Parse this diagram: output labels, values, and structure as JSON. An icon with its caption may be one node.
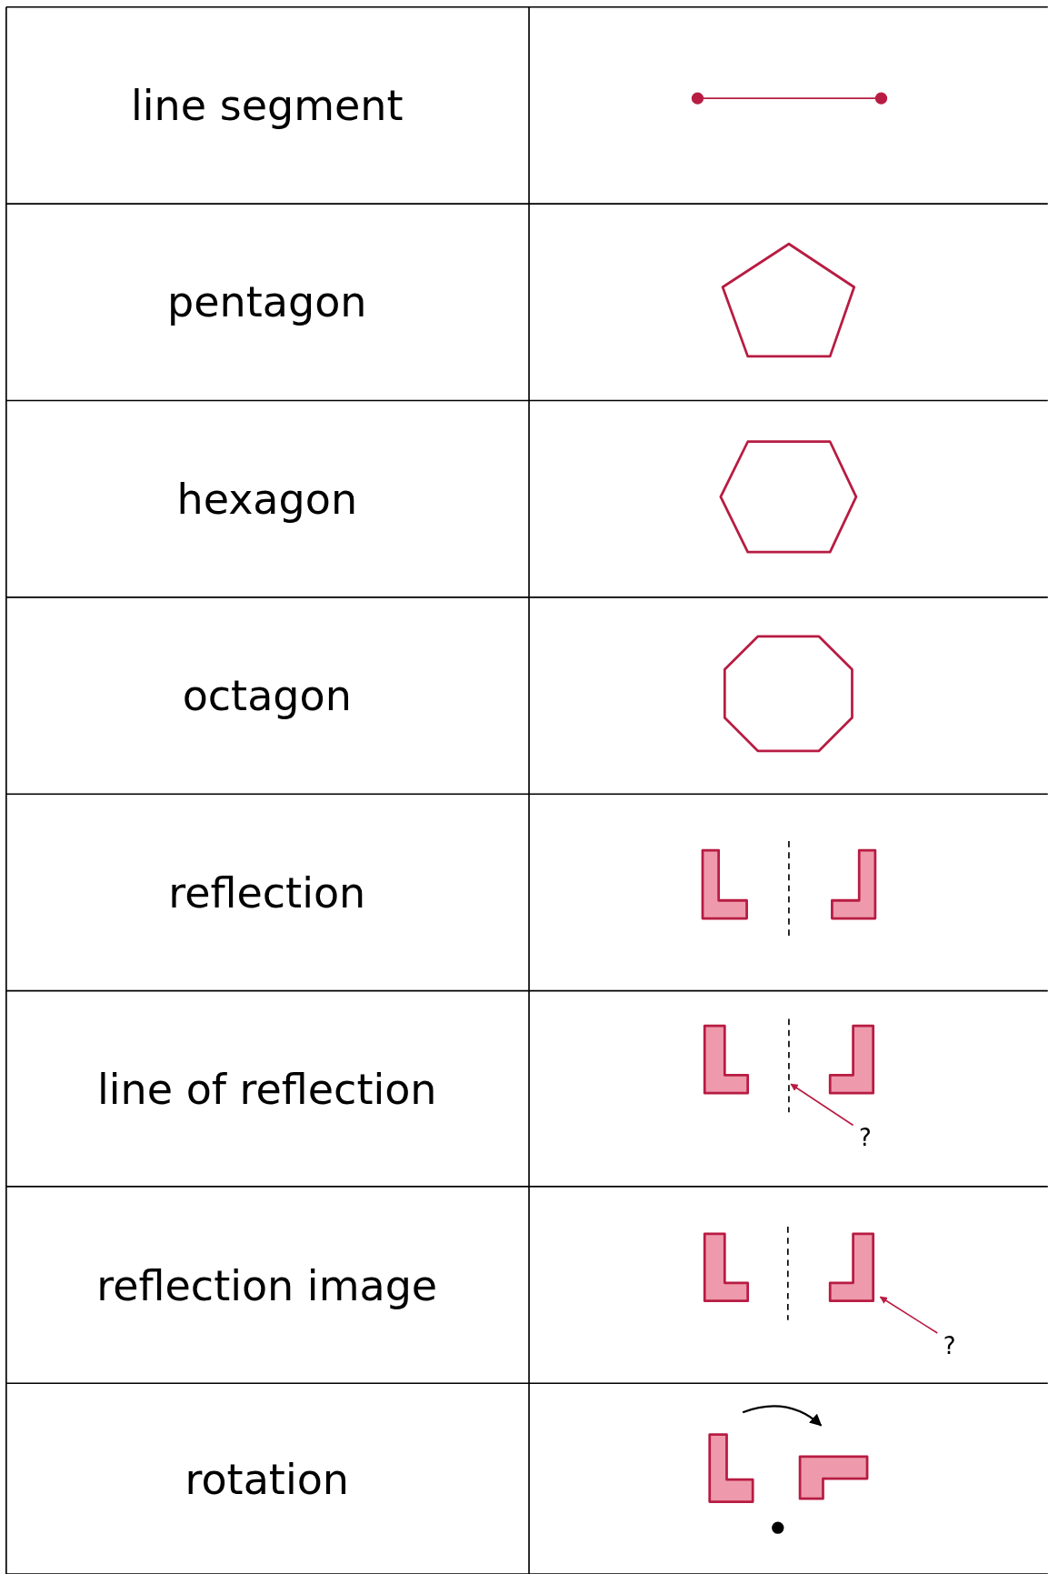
{
  "diagram": {
    "nodes": [
      {
        "text": [],
        "shape": "line"
      },
      {
        "text": [
          "?"
        ]
      },
      {
        "text": [],
        "shape": "polygon"
      },
      {
        "text": [
          "?"
        ]
      }
    ],
    "edges": [
      {
        "from": 1,
        "to": 0,
        "arrow": "to"
      },
      {
        "from": 3,
        "to": 2,
        "arrow": "to"
      }
    ],
    "labels": [
      "line segment",
      "pentagon",
      "hexagon",
      "octagon",
      "reflection",
      "line of reflection",
      "reflection image",
      "rotation"
    ]
  }
}
